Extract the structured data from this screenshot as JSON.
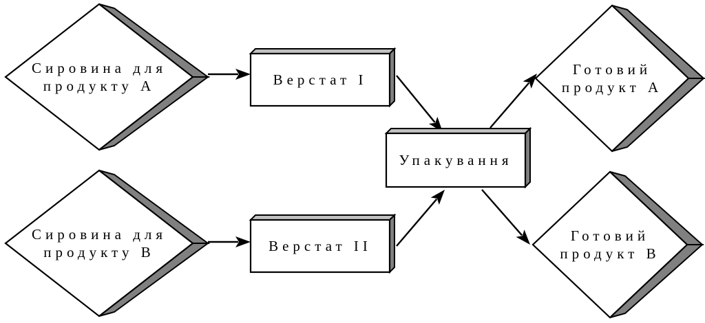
{
  "colors": {
    "background": "#ffffff",
    "outline": "#000000",
    "box_face": "#ffffff",
    "shadow_side": "#808080",
    "shadow_top": "#c0c0c0",
    "arrow": "#000000"
  },
  "nodes": {
    "raw_a": {
      "shape": "diamond",
      "lines": [
        "Сировина для",
        "продукту А"
      ]
    },
    "raw_b": {
      "shape": "diamond",
      "lines": [
        "Сировина для",
        "продукту В"
      ]
    },
    "machine_1": {
      "shape": "box",
      "lines": [
        "Верстат І"
      ]
    },
    "machine_2": {
      "shape": "box",
      "lines": [
        "Верстат ІІ"
      ]
    },
    "packing": {
      "shape": "box",
      "lines": [
        "Упакування"
      ]
    },
    "product_a": {
      "shape": "diamond",
      "lines": [
        "Готовий",
        "продукт А"
      ]
    },
    "product_b": {
      "shape": "diamond",
      "lines": [
        "Готовий",
        "продукт В"
      ]
    }
  },
  "edges": [
    {
      "from": "raw_a",
      "to": "machine_1"
    },
    {
      "from": "raw_b",
      "to": "machine_2"
    },
    {
      "from": "machine_1",
      "to": "packing"
    },
    {
      "from": "machine_2",
      "to": "packing"
    },
    {
      "from": "packing",
      "to": "product_a"
    },
    {
      "from": "packing",
      "to": "product_b"
    }
  ]
}
